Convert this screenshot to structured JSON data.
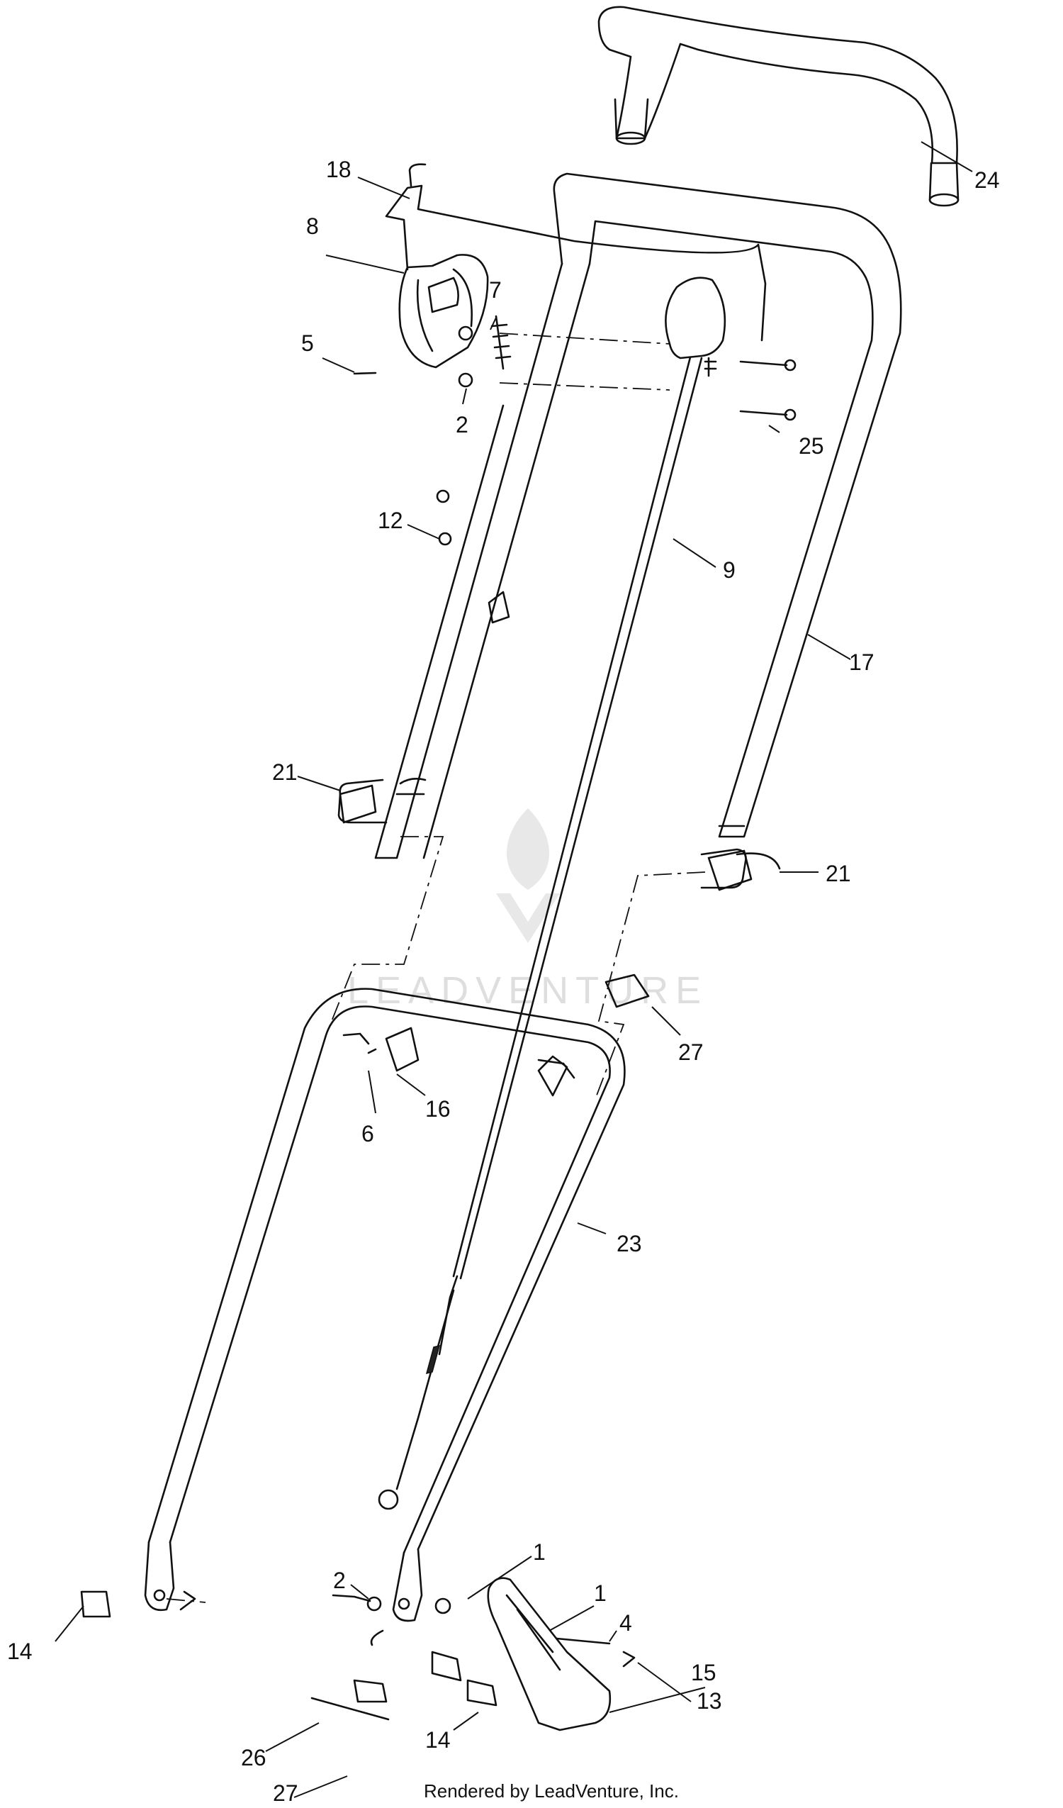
{
  "diagram": {
    "watermark": "LEADVENTURE",
    "footer": "Rendered by LeadVenture, Inc.",
    "callouts": [
      {
        "id": "c24",
        "label": "24"
      },
      {
        "id": "c18",
        "label": "18"
      },
      {
        "id": "c8",
        "label": "8"
      },
      {
        "id": "c7",
        "label": "7"
      },
      {
        "id": "c5",
        "label": "5"
      },
      {
        "id": "c2a",
        "label": "2"
      },
      {
        "id": "c25",
        "label": "25"
      },
      {
        "id": "c12",
        "label": "12"
      },
      {
        "id": "c9",
        "label": "9"
      },
      {
        "id": "c17",
        "label": "17"
      },
      {
        "id": "c21a",
        "label": "21"
      },
      {
        "id": "c21b",
        "label": "21"
      },
      {
        "id": "c27a",
        "label": "27"
      },
      {
        "id": "c16",
        "label": "16"
      },
      {
        "id": "c6",
        "label": "6"
      },
      {
        "id": "c23",
        "label": "23"
      },
      {
        "id": "c1a",
        "label": "1"
      },
      {
        "id": "c2b",
        "label": "2"
      },
      {
        "id": "c1b",
        "label": "1"
      },
      {
        "id": "c4",
        "label": "4"
      },
      {
        "id": "c14a",
        "label": "14"
      },
      {
        "id": "c15",
        "label": "15"
      },
      {
        "id": "c13",
        "label": "13"
      },
      {
        "id": "c26",
        "label": "26"
      },
      {
        "id": "c14b",
        "label": "14"
      },
      {
        "id": "c27b",
        "label": "27"
      }
    ]
  }
}
